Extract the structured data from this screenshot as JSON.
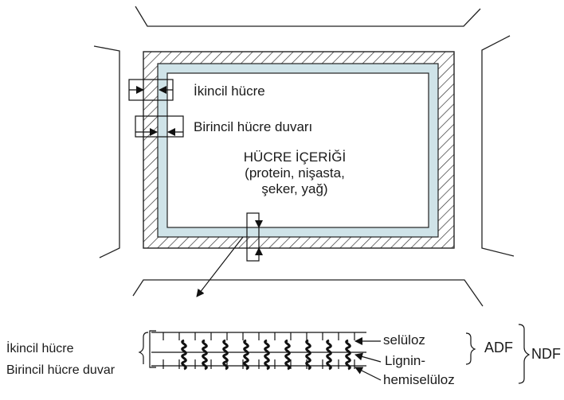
{
  "labels": {
    "secondary_wall": "İkincil hücre",
    "primary_wall": "Birincil hücre duvarı",
    "contents_title": "HÜCRE İÇERİĞİ",
    "contents_sub1": "(protein, nişasta,",
    "contents_sub2": "şeker, yağ)",
    "detail_secondary": "İkincil hücre",
    "detail_primary": "Birincil hücre duvar",
    "cellulose": "selüloz",
    "lignin": "Lignin-",
    "hemicellulose": "hemiselüloz",
    "adf": "ADF",
    "ndf": "NDF"
  },
  "colors": {
    "primary_wall": "#cfe3e8",
    "hatch": "#333333",
    "line": "#111111"
  }
}
